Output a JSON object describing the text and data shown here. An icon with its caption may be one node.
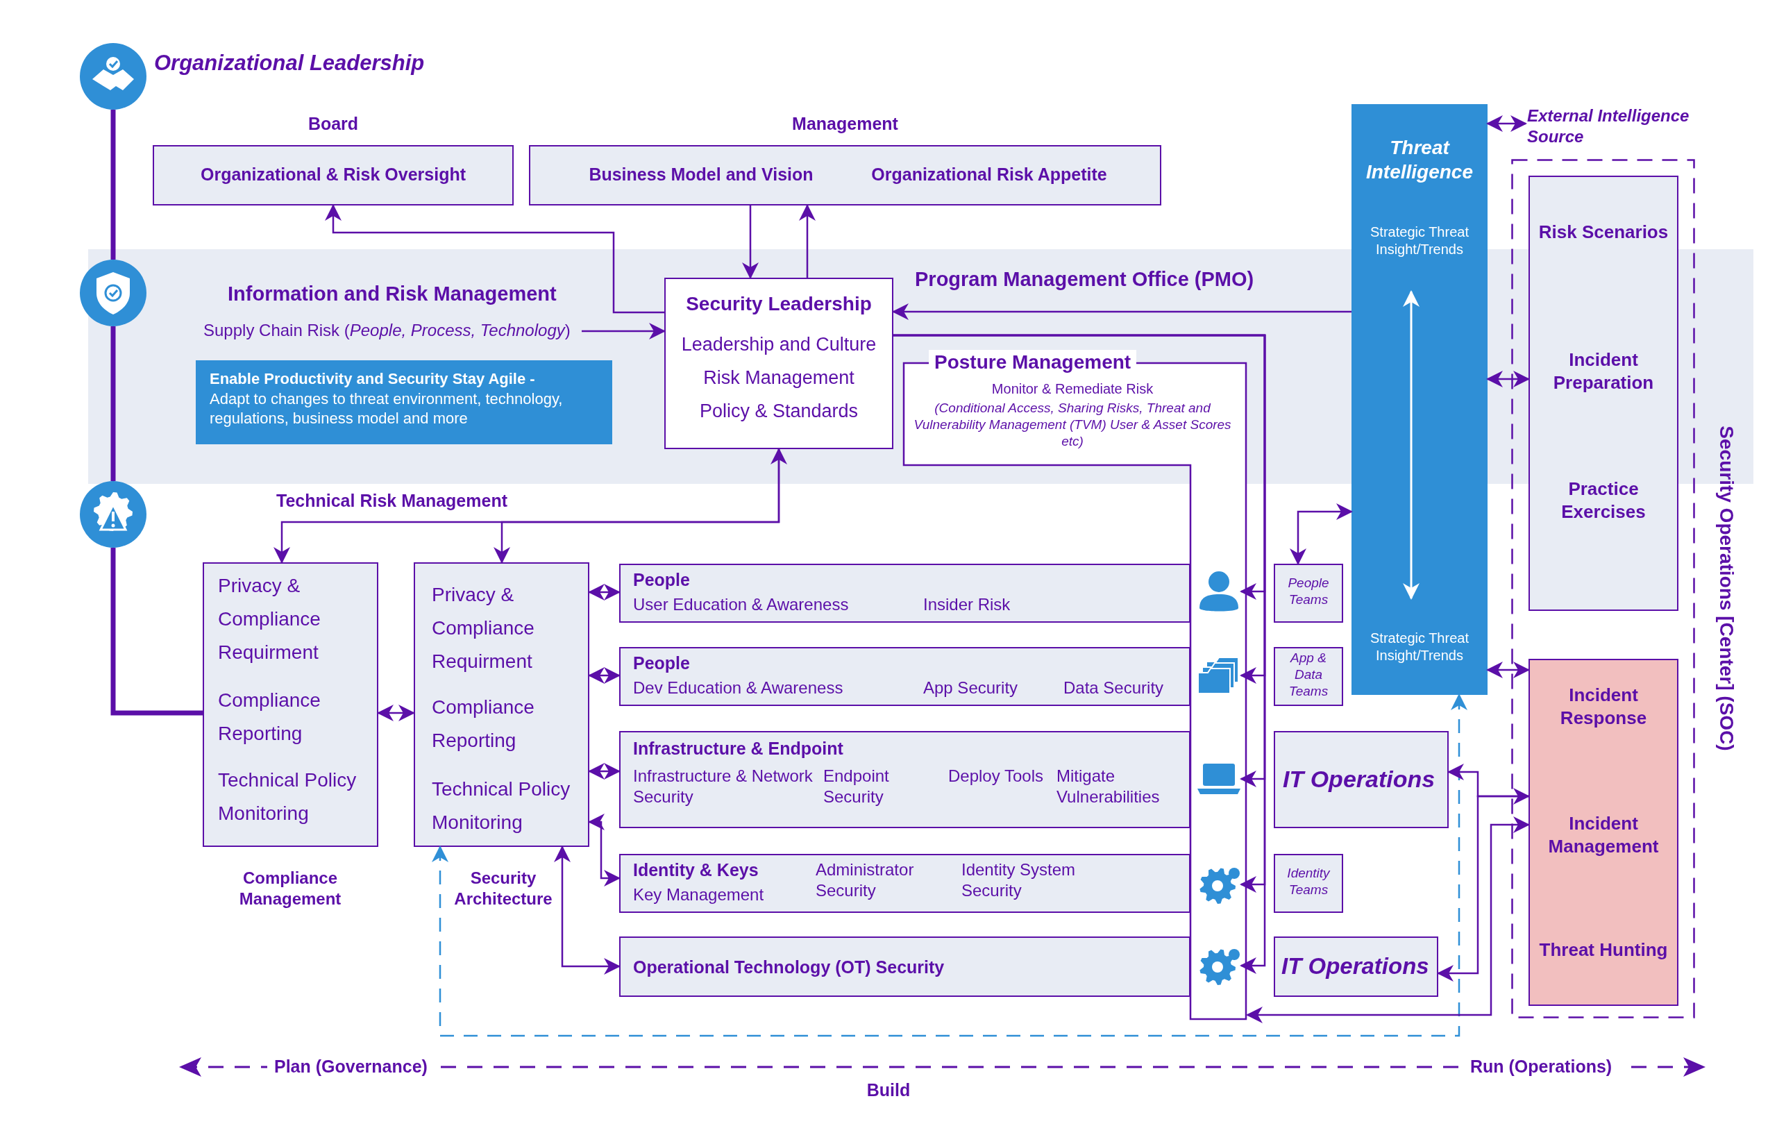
{
  "diagram": {
    "nodes": [
      {
        "text": [
          "Board",
          "Organizational & Risk Oversight"
        ]
      },
      {
        "text": [
          "Management",
          "Business Model and Vision",
          "Organizational Risk Appetite"
        ]
      },
      {
        "text": [
          "Security Leadership",
          "Leadership and Culture",
          "Risk Management",
          "Policy & Standards"
        ]
      },
      {
        "text": [
          "Supply Chain Risk (*People, Process, Technology*)"
        ]
      },
      {
        "text": [
          "Enable Productivity and Security Stay Agile -",
          "Adapt to changes to threat environment, technology, regulations, business model and more"
        ]
      },
      {
        "text": [
          "Posture Management",
          "Monitor & Remediate Risk",
          "(Conditional Access, Sharing Risks, Threat and Vulnerability Management (TVM) User & Asset Scores etc)"
        ]
      },
      {
        "text": [],
        "shape": "person",
        "in": 5
      },
      {
        "text": [],
        "shape": "folder",
        "in": 5
      },
      {
        "text": [],
        "shape": "laptop",
        "in": 5
      },
      {
        "text": [],
        "shape": "gear",
        "in": 5
      },
      {
        "text": [],
        "shape": "gear",
        "in": 5
      },
      {
        "text": [
          "People",
          "User Education & Awareness",
          "Insider Risk"
        ]
      },
      {
        "text": [
          "People",
          "Dev Education & Awareness",
          "App Security",
          "Data Security"
        ]
      },
      {
        "text": [
          "Infrastructure & Endpoint",
          "Infrastructure & Network Security",
          "Endpoint Security",
          "Deploy Tools",
          "Mitigate Vulnerabilities"
        ]
      },
      {
        "text": [
          "Identity & Keys",
          "Key Management",
          "Administrator Security",
          "Identity System Security"
        ]
      },
      {
        "text": [
          "Operational Technology (OT) Security"
        ]
      },
      {
        "text": [
          "People Teams"
        ]
      },
      {
        "text": [
          "App & Data Teams"
        ]
      },
      {
        "text": [
          "IT Operations"
        ]
      },
      {
        "text": [
          "Identity Teams"
        ]
      },
      {
        "text": [
          "IT Operations"
        ]
      },
      {
        "text": [
          "Privacy & Compliance Requirment",
          "Compliance Reporting",
          "Technical Policy Monitoring",
          "Compliance Management"
        ]
      },
      {
        "text": [
          "Privacy & Compliance Requirment",
          "Compliance Reporting",
          "Technical Policy Monitoring",
          "Security Architecture"
        ]
      },
      {
        "text": [
          "Threat Intelligence",
          "Strategic Threat Insight/Trends",
          "Strategic Threat Insight/Trends"
        ]
      },
      {
        "text": [
          "External Intelligence Source"
        ]
      },
      {
        "text": [
          "Security Operations [Center] (SOC)"
        ]
      },
      {
        "text": [
          "Risk Scenarios",
          "Incident Preparation",
          "Practice Exercises"
        ],
        "in": 25
      },
      {
        "text": [
          "Incident Response",
          "Incident Management",
          "Threat Hunting"
        ],
        "in": 25
      },
      {
        "text": [],
        "shape": "handshake"
      },
      {
        "text": [],
        "shape": "shield"
      },
      {
        "text": [],
        "shape": "gear"
      }
    ],
    "edges": [
      {
        "from": 2,
        "to": 0,
        "arrow": "to"
      },
      {
        "from": 1,
        "to": 2,
        "arrow": "to"
      },
      {
        "from": 2,
        "to": 1,
        "arrow": "to"
      },
      {
        "from": 3,
        "to": 2,
        "arrow": "to"
      },
      {
        "from": 23,
        "to": 2,
        "arrow": "to",
        "label": "Program Management Office (PMO)"
      },
      {
        "from": 2,
        "to": 6,
        "arrow": "to"
      },
      {
        "from": 2,
        "to": 7,
        "arrow": "to"
      },
      {
        "from": 2,
        "to": 8,
        "arrow": "to"
      },
      {
        "from": 2,
        "to": 9,
        "arrow": "to"
      },
      {
        "from": 2,
        "to": 10,
        "arrow": "to"
      },
      {
        "from": 21,
        "to": 2,
        "arrow": "both",
        "label": "Technical Risk Management"
      },
      {
        "from": 2,
        "to": 22,
        "arrow": "to"
      },
      {
        "from": 21,
        "to": 22,
        "arrow": "both"
      },
      {
        "from": 22,
        "to": 11,
        "arrow": "both"
      },
      {
        "from": 22,
        "to": 12,
        "arrow": "both"
      },
      {
        "from": 22,
        "to": 13,
        "arrow": "both"
      },
      {
        "from": 22,
        "to": 14,
        "arrow": "both"
      },
      {
        "from": 22,
        "to": 15,
        "arrow": "both"
      },
      {
        "from": 22,
        "to": 23,
        "arrow": "both",
        "style": "dashed",
        "color": "#2f8fd6"
      },
      {
        "from": 23,
        "to": 24,
        "arrow": "both"
      },
      {
        "from": 23,
        "to": 26,
        "arrow": "both"
      },
      {
        "from": 23,
        "to": 27,
        "arrow": "both"
      },
      {
        "from": 16,
        "to": 23,
        "arrow": "both"
      },
      {
        "from": 18,
        "to": 27,
        "arrow": "both"
      },
      {
        "from": 27,
        "to": 20,
        "arrow": "to"
      },
      {
        "from": 5,
        "to": 27,
        "arrow": "both"
      },
      {
        "from": 28,
        "to": 29,
        "arrow": "none",
        "style": "thick"
      },
      {
        "from": 29,
        "to": 30,
        "arrow": "none",
        "style": "thick"
      },
      {
        "from": 30,
        "to": 21,
        "arrow": "none",
        "style": "thick"
      }
    ],
    "labels": [
      "Organizational Leadership",
      "Information and Risk Management",
      "Plan (Governance)",
      "Build",
      "Run (Operations)"
    ]
  }
}
